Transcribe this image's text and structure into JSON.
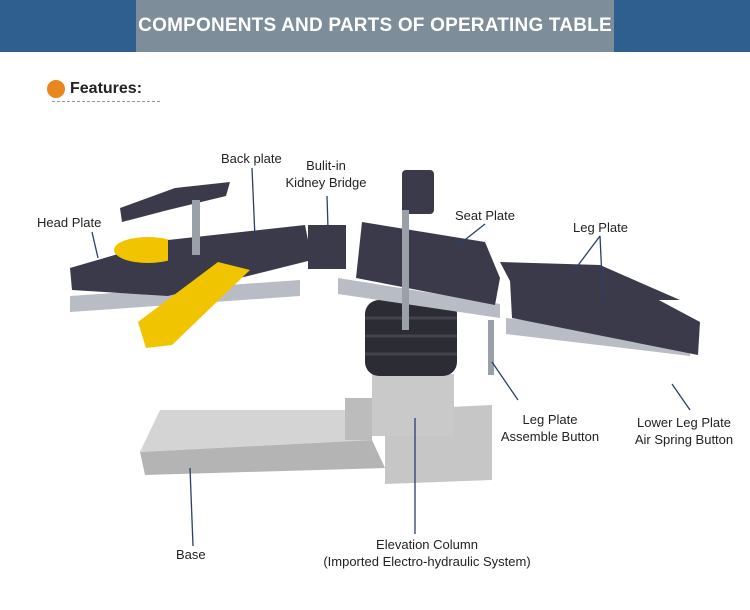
{
  "header": {
    "title": "COMPONENTS AND PARTS OF OPERATING TABLE"
  },
  "features": {
    "label": "Features:"
  },
  "labels": {
    "head_plate": "Head Plate",
    "back_plate": "Back plate",
    "kidney_bridge_1": "Bulit-in",
    "kidney_bridge_2": "Kidney Bridge",
    "seat_plate": "Seat Plate",
    "leg_plate": "Leg Plate",
    "leg_assemble_1": "Leg Plate",
    "leg_assemble_2": "Assemble Button",
    "lower_leg_1": "Lower Leg Plate",
    "lower_leg_2": "Air Spring Button",
    "base": "Base",
    "elevation_1": "Elevation Column",
    "elevation_2": "(Imported Electro-hydraulic System)"
  },
  "colors": {
    "banner_bg": "#2f5f8f",
    "banner_panel": "#7d8d99",
    "accent_dot": "#e8861f",
    "pad": "#3b3a4a",
    "gel": "#f1c400"
  }
}
